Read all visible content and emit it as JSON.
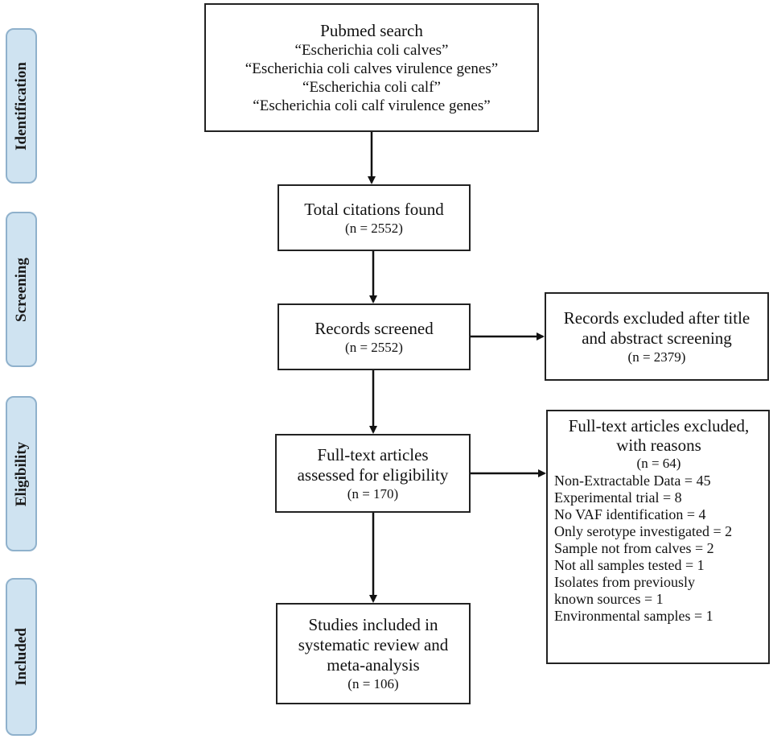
{
  "phases": {
    "identification": "Identification",
    "screening": "Screening",
    "eligibility": "Eligibility",
    "included": "Included"
  },
  "search_box": {
    "title": "Pubmed search",
    "terms": [
      "“Escherichia coli calves”",
      "“Escherichia coli calves virulence genes”",
      "“Escherichia coli calf”",
      "“Escherichia coli calf virulence genes”"
    ]
  },
  "total_box": {
    "title": "Total citations found",
    "count": "(n = 2552)"
  },
  "screened_box": {
    "title": "Records screened",
    "count": "(n = 2552)"
  },
  "excluded_title_box": {
    "lines": [
      "Records excluded after title",
      "and abstract screening"
    ],
    "count": "(n = 2379)"
  },
  "fulltext_box": {
    "lines": [
      "Full-text articles",
      "assessed for eligibility"
    ],
    "count": "(n = 170)"
  },
  "fulltext_excluded_box": {
    "heading": [
      "Full-text articles excluded,",
      "with reasons"
    ],
    "count": "(n = 64)",
    "reasons": [
      "Non-Extractable Data = 45",
      "Experimental trial = 8",
      "No VAF identification = 4",
      "Only serotype investigated = 2",
      "Sample not from calves = 2",
      "Not all samples tested = 1",
      "Isolates from previously",
      "known sources = 1",
      "Environmental samples = 1"
    ]
  },
  "included_box": {
    "lines": [
      "Studies included in",
      "systematic review and",
      "meta-analysis"
    ],
    "count": "(n = 106)"
  }
}
